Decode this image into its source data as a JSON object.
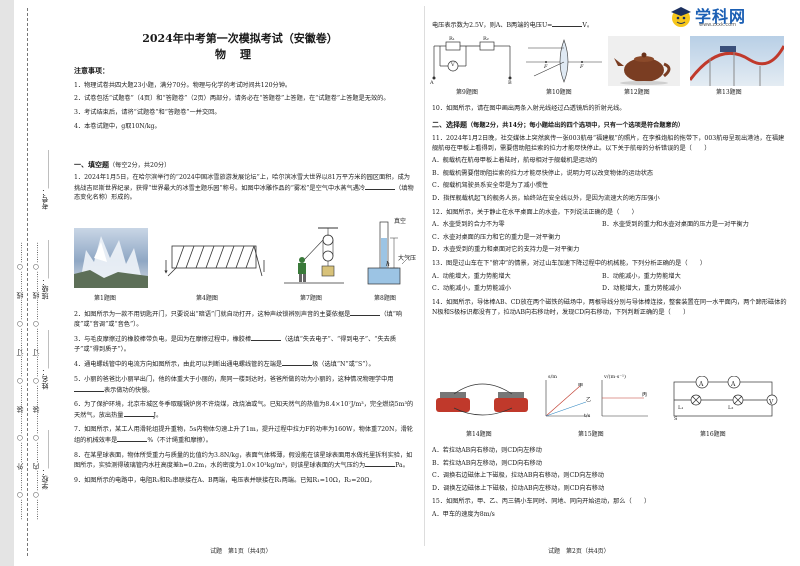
{
  "strip": {
    "texts": [
      "………○………外………○………装………○………订………○………线………○………",
      "………○………内………○………装………○………订………○………线………○………"
    ],
    "fields": {
      "school": "学校：___________",
      "name": "姓名：___________",
      "class": "班级：___________",
      "number": "考号：___________"
    }
  },
  "header": {
    "title": "2024年中考第一次模拟考试（安徽卷）",
    "subject": "物理",
    "logo_text": "学科网",
    "logo_sub": "www.zxxk.com",
    "logo_icon": "graduation-cap-icon"
  },
  "notice": {
    "heading": "注意事项：",
    "items": [
      "1．物理试卷共四大题23小题，满分70分。物理与化学的考试时间共120分钟。",
      "2．试卷包括“试题卷”（4页）和“答题卷”（2页）两部分，请务必在“答题卷”上答题，在“试题卷”上答题是无效的。",
      "3．考试结束后，请将“试题卷”和“答题卷”一并交回。",
      "4．本卷试题中，g取10N/kg。"
    ]
  },
  "section1": {
    "heading": "一、填空题",
    "note": "（每空2分，共20分）",
    "q1": "1．2024年1月5日，在哈尔滨举行的“2024中国冰雪旅游发展论坛”上，哈尔滨冰雪大世界以81万平方米的园区面积，成为挑战吉尼斯世界纪录，获得“世界最大的冰雪主题乐园”称号。如图中冰雕作品的“雾凇”是空气中水蒸气遇冷",
    "q1b": "（填物态变化名称）形成的。",
    "fig_captions": [
      "第1题图",
      "第4题图",
      "第7题图",
      "第8题图"
    ],
    "fig8_labels": {
      "vacuum": "真空",
      "pressure": "大气压",
      "h": "h"
    },
    "q2": "2．如图所示为一款不用钥匙开门，只要说出“暗语”门就自动打开，这种声纹锁辨别声音的主要依据是",
    "q2b": "（填“响度”或“音调”或“音色”）。",
    "q3": "3．与毛皮摩擦过的橡胶棒带负电，是因为在摩擦过程中，橡胶棒",
    "q3b": "（选填“失去电子”、“得到电子”、“失去质子”或“得到质子”）。",
    "q4": "4．通电螺线管中的电流方向如图所示，由此可以判断出通电螺线管的左端是",
    "q4b": "极（选填“N”或“S”）。",
    "q5": "5．小丽的爸爸比小丽早出门，他的体重大于小丽的，爬同一楼到达时，爸爸所做的功为小丽的，这种情况物理学中用",
    "q5b": "表示做功的快慢。",
    "q6": "6．为了保护环境，北京市城区冬季取暖锅炉房不许烧煤，改烧油或气。已知天然气的热值为8.4×10⁷J/m³，完全燃烧5m³的天然气，放出热量",
    "q6b": "J。",
    "q7": "7．如图所示，某工人用滑轮组提升重物，5s内物体匀速上升了1m，提升过程中拉力F的功率为160W，物体重720N，滑轮组的机械效率是",
    "q7b": "%（不计绳重和摩擦）。",
    "q8": "8．在某星球表面，物体所受重力与质量的比值约为3.8N/kg，表面气体稀薄，假设能在该星球表面用水做托里拆利实验，如图所示，实验测得玻璃管内水柱高度差h=0.2m，水的密度为1.0×10³kg/m³，则该星球表面的大气压约为",
    "q8b": "Pa。",
    "q9": "9．如图所示的电路中，电阻R₁和R₂串联接在A、B两端，电压表并联接在R₁两端。已知R₁=10Ω，R₂=20Ω，"
  },
  "right_top": {
    "q9cont": "电压表示数为2.5V，则A、B两端的电压U=",
    "q9unit": "V。",
    "fig_captions": [
      "第9题图",
      "第10题图",
      "第12题图",
      "第13题图"
    ],
    "fig9_labels": {
      "r1": "R₁",
      "r2": "R₂",
      "v": "V",
      "a": "A",
      "b": "B"
    },
    "fig10_labels": {
      "f1": "F",
      "f2": "F"
    },
    "q10": "10．如图所示，请在图中画出两条入射光线经过凸透镜后的折射光线。"
  },
  "section2": {
    "heading": "二、选择题",
    "note": "（每题2分，共14分；每小题给出的四个选项中，只有一个选项是符合题意的）",
    "q11": "11．2024年1月2日晚，社交媒体上突然疯传一张003航母“福建舰”的照片，在李推炮船的拖带下，003航母呈现出港池，在福建舰航母在甲板上看得到，需要借助阻拦索的拉力才能尽快停止。以下关于航母的分析错误的是（　　）",
    "q11_opts": [
      "A．舰载机在航母甲板上着陆时，航母相对于舰载机是运动的",
      "B．舰载机需要借助阻拦索的拉力才能尽快停止，说明力可以改变物体的运动状态",
      "C．舰载机驾驶员系安全带是为了减小惯性",
      "D．指挥舰载机起飞的舰务人员，始终站在安全线以外，是因为流速大的地方压强小"
    ],
    "q12": "12．如图所示，关于静止在水平桌面上的水壶，下列说法正确的是（　　）",
    "q12_opts": [
      "A．水壶受到的合力不为零",
      "B．水壶受到的重力和水壶对桌面的压力是一对平衡力",
      "C．水壶对桌面的压力和它的重力是一对平衡力",
      "D．水壶受到的重力和桌面对它的支持力是一对平衡力"
    ],
    "q13": "13．图是过山车在下“俯冲”的情景，对过山车加速下降过程中的机械能，下列分析正确的是（　　）",
    "q13_opts": [
      "A．动能增大，重力势能增大",
      "B．动能减小，重力势能增大",
      "C．动能减小，重力势能减小",
      "D．动能增大，重力势能减小"
    ],
    "q14": "14．如图所示，导体棒AB、CD放在两个磁铁的磁场中，两根导线分别与导体棒连接，整套装置在同一水平面内，两个蹄形磁体的N极和S极标识都没有了，拉动AB向右移动时，发现CD向右移动，下列判断正确的是（　　）",
    "fig_captions": [
      "第14题图",
      "第15题图",
      "第16题图"
    ],
    "fig15_labels": {
      "s": "s/m",
      "t": "t/s",
      "v": "v/(m·s⁻¹)",
      "jia": "甲",
      "yi": "乙",
      "bing": "丙"
    },
    "fig16_labels": {
      "a": "A",
      "v": "V",
      "l1": "L₁",
      "l2": "L₂",
      "s": "S"
    },
    "q14_opts": [
      "A．若拉动AB向右移动，则CD向左移动",
      "B．若拉动AB向左移动，则CD向右移动",
      "C．调换右边磁体上下磁极，拉动AB向右移动，则CD向左移动",
      "D．调换左边磁体上下磁极，拉动AB向左移动，则CD向右移动"
    ],
    "q15": "15．如图所示，甲、乙、丙三辆小车同时、同地、同向开始运动，那么（　　）",
    "q15_opts": [
      "A．甲车的速度为8m/s"
    ]
  },
  "footer": {
    "left": "试题　第1页（共4页）",
    "right": "试题　第2页（共4页）"
  }
}
